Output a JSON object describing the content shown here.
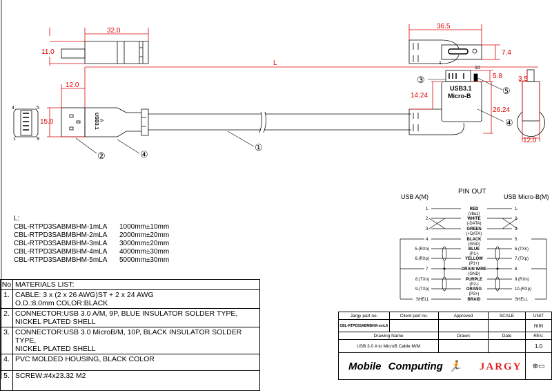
{
  "drawing": {
    "dims": {
      "usba_length": "32.0",
      "usba_height": "11.0",
      "usba_plug_length": "12.0",
      "usba_width": "15.0",
      "cable_length": "L",
      "microb_length": "36.5",
      "microb_plug_height": "7.4",
      "microb_plug_length": "5.8",
      "microb_offset": "14.24",
      "microb_total": "26.24",
      "microb_side_height": "3.5",
      "microb_side_width": "12.0"
    },
    "usba_face_pins": {
      "p4": "4",
      "p5": "5",
      "p1": "1",
      "p9": "9"
    },
    "microb_pins": {
      "p1": "1",
      "p10": "10"
    },
    "usba_marking": [
      "USB3.1",
      "A"
    ],
    "microb_marking": [
      "USB3.1",
      "Micro-B"
    ],
    "callouts": {
      "c1": "①",
      "c2": "②",
      "c3": "③",
      "c4a": "④",
      "c4b": "④",
      "c5": "⑤"
    }
  },
  "lengths": {
    "label": "L:",
    "items": [
      {
        "part": "CBL-RTPD3SABMBHM-1mLA",
        "length": "1000mm±10mm"
      },
      {
        "part": "CBL-RTPD3SABMBHM-2mLA",
        "length": "2000mm±20mm"
      },
      {
        "part": "CBL-RTPD3SABMBHM-3mLA",
        "length": "3000mm±20mm"
      },
      {
        "part": "CBL-RTPD3SABMBHM-4mLA",
        "length": "4000mm±30mm"
      },
      {
        "part": "CBL-RTPD3SABMBHM-5mLA",
        "length": "5000mm±30mm"
      }
    ]
  },
  "materials": {
    "no_header": "No",
    "header": "MATERIALS LIST:",
    "items": [
      {
        "no": "1.",
        "l1": "CABLE: 3 x (2 x 26 AWG)ST + 2 x 24 AWG",
        "l2": "O.D.:8.0mm COLOR:BLACK"
      },
      {
        "no": "2.",
        "l1": "CONNECTOR:USB 3.0 A/M, 9P, BLUE INSULATOR SOLDER TYPE,",
        "l2": "NICKEL PLATED SHELL"
      },
      {
        "no": "3.",
        "l1": "CONNECTOR:USB 3.0 MicroB/M, 10P, BLACK INSULATOR SOLDER TYPE,",
        "l2": "NICKEL PLATED SHELL"
      },
      {
        "no": "4.",
        "l1": "PVC MOLDED HOUSING, BLACK COLOR",
        "l2": ""
      },
      {
        "no": "5.",
        "l1": "SCREW:#4x23.32 M2",
        "l2": ""
      }
    ]
  },
  "pinout": {
    "title": "PIN OUT",
    "left_title": "USB A(M)",
    "right_title": "USB Micro-B(M)",
    "rows": [
      {
        "l": "1.",
        "w": "RED",
        "s": "(vbus)",
        "r": "1."
      },
      {
        "l": "2.",
        "w": "WHITE",
        "s": "(-DATA)",
        "r": "2."
      },
      {
        "l": "3.",
        "w": "GREEN",
        "s": "(+DATA)",
        "r": "3."
      },
      {
        "l": "4.",
        "w": "BLACK",
        "s": "(GND)",
        "r": "5."
      },
      {
        "l": "5.(RXn)",
        "w": "BLUE",
        "s": "(P1-)",
        "r": "6.(TXn)"
      },
      {
        "l": "6.(RXp)",
        "w": "YELLOW",
        "s": "(P1+)",
        "r": "7.(TXp)"
      },
      {
        "l": "7.",
        "w": "DRAIN WIRE",
        "s": "(GND)",
        "r": "8."
      },
      {
        "l": "8.(TXn)",
        "w": "PURPLE",
        "s": "(P2-)",
        "r": "9.(RXn)"
      },
      {
        "l": "9.(TXp)",
        "w": "ORANG",
        "s": "(P2+)",
        "r": "10.(RXp)"
      },
      {
        "l": "SHELL",
        "w": "BRAID",
        "s": "",
        "r": "SHELL"
      }
    ]
  },
  "title_block": {
    "h_jargy": "Jargy part no.",
    "h_client": "Client part no.",
    "h_approved": "Approved",
    "h_scale": "SCALE",
    "h_unit": "UNIT",
    "jargy_part": "CBL-RTPD3SABMBHM-xmLA",
    "unit": "mm",
    "h_drawing": "Drawing Name",
    "h_drawn": "Drawn",
    "h_date": "Date",
    "h_rev": "REV.",
    "drawing_name": "USB 3.0 A to MicroB Cable M/M",
    "rev": "1.0",
    "logos": [
      "Mobile",
      "Computing",
      "JARGY"
    ]
  },
  "colors": {
    "dimension": "#e00000",
    "logo_red": "#e02020"
  }
}
